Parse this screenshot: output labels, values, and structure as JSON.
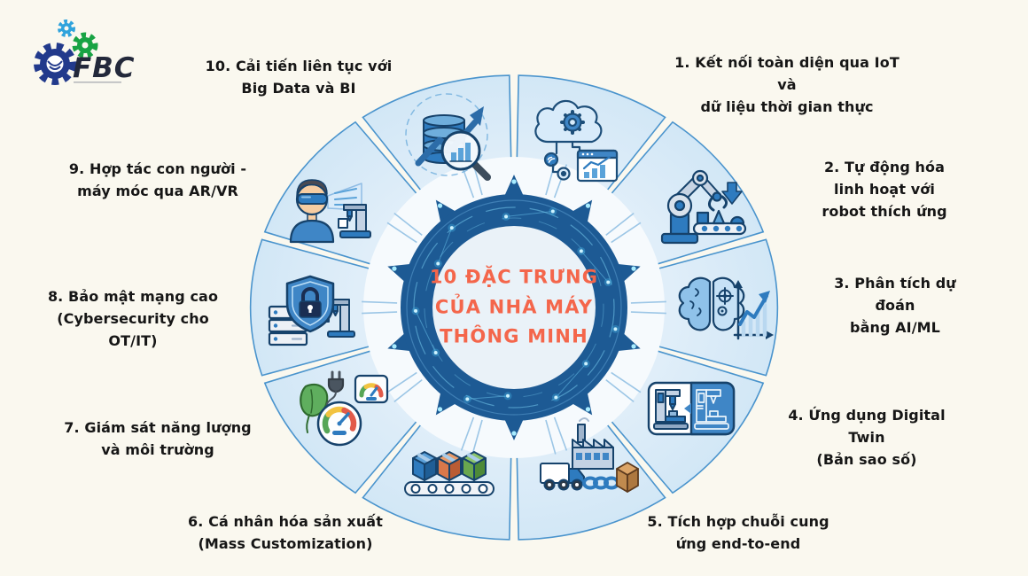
{
  "page": {
    "bg_color": "#FAF8EF"
  },
  "logo": {
    "text": "FBC"
  },
  "center": {
    "title": "10 ĐẶC TRƯNG\nCỦA NHÀ MÁY\nTHÔNG MINH",
    "title_color": "#F4664B",
    "ring_color": "#1D5A94"
  },
  "features": [
    {
      "id": 1,
      "label": "1. Kết nối toàn diện qua IoT và\ndữ liệu thời gian thực",
      "icon": "cloud-iot-icon"
    },
    {
      "id": 2,
      "label": "2. Tự động hóa linh hoạt với\nrobot thích ứng",
      "icon": "robot-arm-icon"
    },
    {
      "id": 3,
      "label": "3. Phân tích dự đoán\nbằng AI/ML",
      "icon": "ai-brain-chart-icon"
    },
    {
      "id": 4,
      "label": "4. Ứng dụng Digital Twin\n(Bản sao số)",
      "icon": "digital-twin-icon"
    },
    {
      "id": 5,
      "label": "5. Tích hợp chuỗi cung\nứng end-to-end",
      "icon": "supply-chain-icon"
    },
    {
      "id": 6,
      "label": "6. Cá nhân hóa sản xuất\n(Mass Customization)",
      "icon": "mass-customization-icon"
    },
    {
      "id": 7,
      "label": "7. Giám sát năng lượng\nvà môi trường",
      "icon": "energy-monitoring-icon"
    },
    {
      "id": 8,
      "label": "8. Bảo mật mạng cao\n(Cybersecurity cho\nOT/IT)",
      "icon": "cybersecurity-icon"
    },
    {
      "id": 9,
      "label": "9. Hợp tác con người -\nmáy móc qua AR/VR",
      "icon": "ar-vr-collaboration-icon"
    },
    {
      "id": 10,
      "label": "10. Cải tiến liên tục với\nBig Data và BI",
      "icon": "big-data-bi-icon"
    }
  ],
  "colors": {
    "segment_fill": "#DCEDF9",
    "segment_stroke": "#4A94CD",
    "ring": "#1D5A94",
    "ring_inner": "#EAF2F8",
    "circuit_glow": "#A8ECFF",
    "label_text": "#161616"
  }
}
